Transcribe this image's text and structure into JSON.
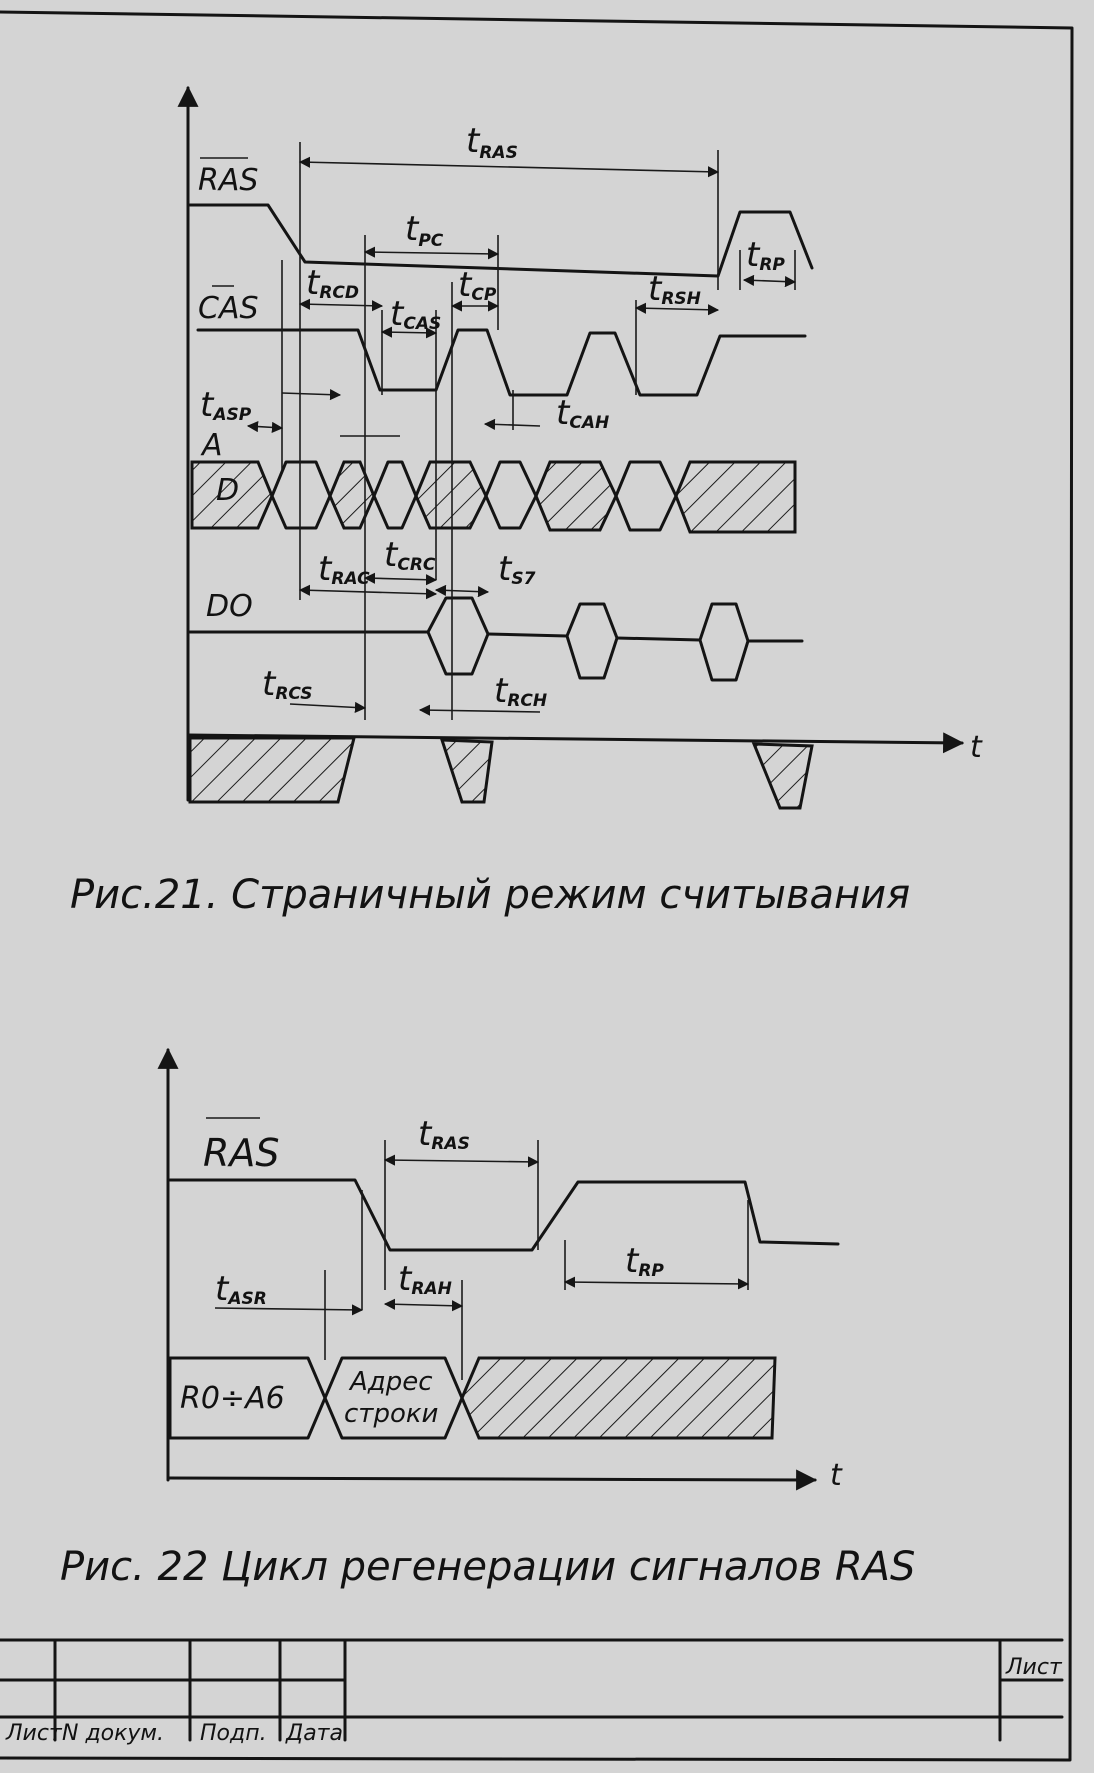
{
  "fig21": {
    "caption": "Рис.21. Страничный режим считывания",
    "signals": {
      "ras": "RAS",
      "cas": "CAS",
      "a": "A",
      "d": "D",
      "do": "DO"
    },
    "time_axis": "t",
    "timings": {
      "t_ras": "RAS",
      "t_pc": "PC",
      "t_rp": "RP",
      "t_rcd": "RCD",
      "t_cas": "CAS",
      "t_cp": "CP",
      "t_rsh": "RSH",
      "t_asp": "ASP",
      "t_cah": "CAH",
      "t_rac": "RAC",
      "t_crc": "CRC",
      "t_s7": "S7",
      "t_rcs": "RCS",
      "t_rch": "RCH"
    }
  },
  "fig22": {
    "caption": "Рис. 22 Цикл регенерации сигналов RAS",
    "signal_ras": "RAS",
    "bus_label": "R0÷A6",
    "row_addr_1": "Адрес",
    "row_addr_2": "строки",
    "time_axis": "t",
    "timings": {
      "t_ras": "RAS",
      "t_rp": "RP",
      "t_asr": "ASR",
      "t_rah": "RAH"
    }
  },
  "titleblock": {
    "c1": "Лист",
    "c2": "N докум.",
    "c3": "Подп.",
    "c4": "Дата",
    "sheet": "Лист"
  }
}
